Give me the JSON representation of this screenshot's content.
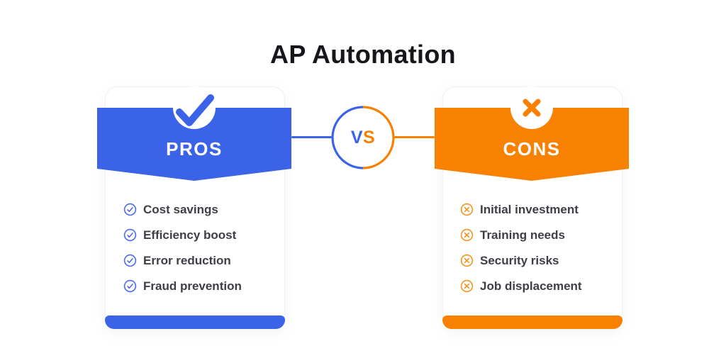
{
  "title": "AP Automation",
  "center": {
    "circle_icon": "vs-badge",
    "vs_left": "V",
    "vs_right": "S"
  },
  "pros": {
    "header": "PROS",
    "badge_icon": "check-icon",
    "item_icon": "check-circle-icon",
    "items": [
      "Cost savings",
      "Efficiency boost",
      "Error reduction",
      "Fraud prevention"
    ]
  },
  "cons": {
    "header": "CONS",
    "badge_icon": "x-icon",
    "item_icon": "x-circle-icon",
    "items": [
      "Initial investment",
      "Training needs",
      "Security risks",
      "Job displacement"
    ]
  },
  "colors": {
    "blue": "#3B63E8",
    "orange": "#F98102",
    "icon_blue": "#4A6CEC",
    "icon_orange": "#F5941E",
    "list_text": "#3E3E46",
    "title_text": "#17171B",
    "card_bg": "#FFFFFF"
  }
}
